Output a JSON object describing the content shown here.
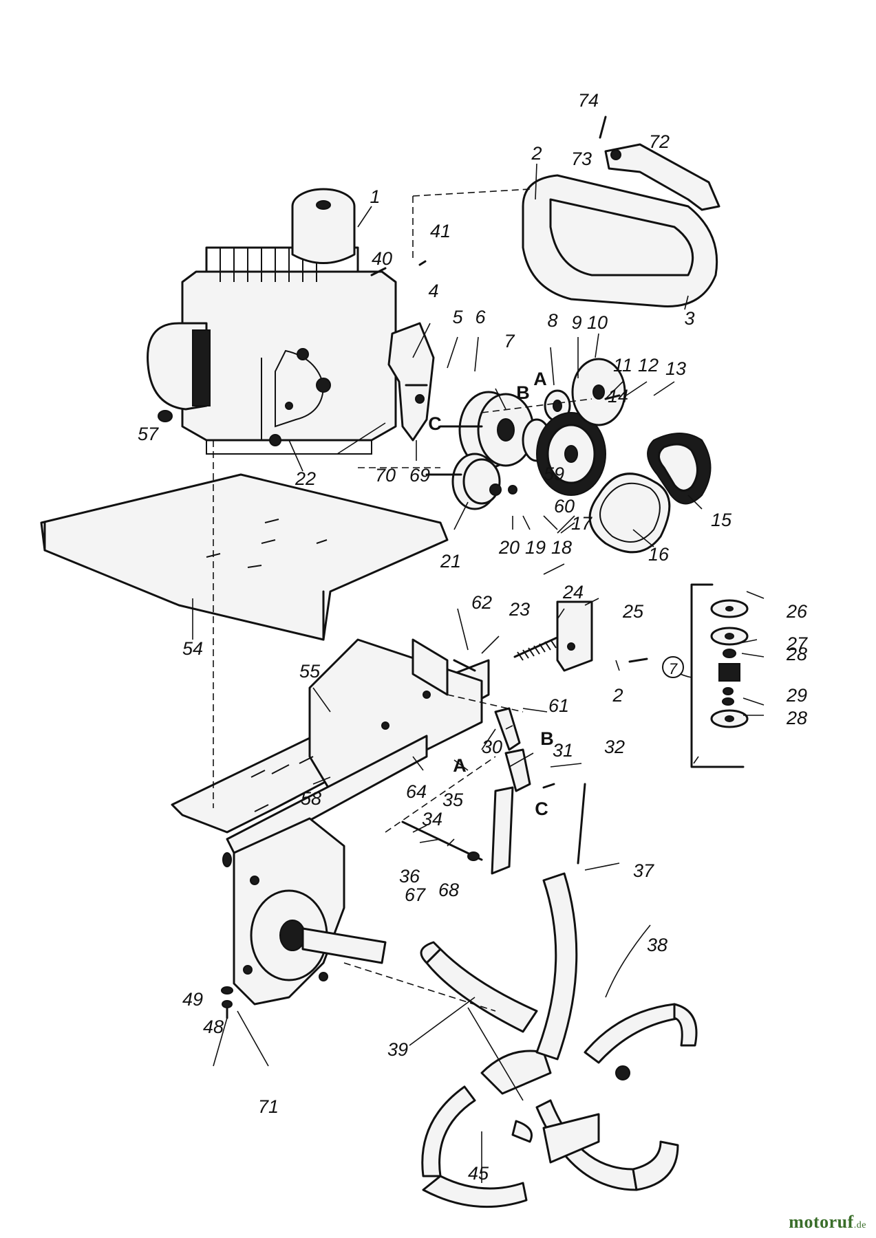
{
  "diagram": {
    "part_numbers": [
      "1",
      "2",
      "2",
      "3",
      "4",
      "5",
      "6",
      "7",
      "7",
      "8",
      "9",
      "10",
      "11",
      "12",
      "13",
      "14",
      "15",
      "16",
      "17",
      "18",
      "19",
      "20",
      "21",
      "22",
      "23",
      "24",
      "25",
      "26",
      "27",
      "28",
      "28",
      "29",
      "30",
      "31",
      "32",
      "34",
      "35",
      "36",
      "37",
      "38",
      "39",
      "40",
      "41",
      "45",
      "48",
      "49",
      "54",
      "55",
      "57",
      "58",
      "59",
      "60",
      "61",
      "62",
      "64",
      "67",
      "68",
      "69",
      "70",
      "71",
      "72",
      "73",
      "74"
    ],
    "letter_markers": [
      "A",
      "B",
      "C",
      "A",
      "B",
      "C"
    ],
    "components": [
      "engine",
      "belt-cover",
      "cover-bracket",
      "engine-mounting-plate",
      "pulley",
      "idler-pulley",
      "drive-pulley",
      "v-belt",
      "toothed-belt",
      "spacer-stack-detail",
      "tine-shield",
      "frame",
      "idler-arm",
      "tension-spring",
      "spring-bracket",
      "transmission-housing",
      "tine-shaft",
      "tine-assembly",
      "shift-rod"
    ]
  },
  "watermark": {
    "name": "motoruf",
    "tld": ".de"
  },
  "colors": {
    "ink": "#111111",
    "watermark": "#3a6e2a",
    "background": "#ffffff"
  }
}
